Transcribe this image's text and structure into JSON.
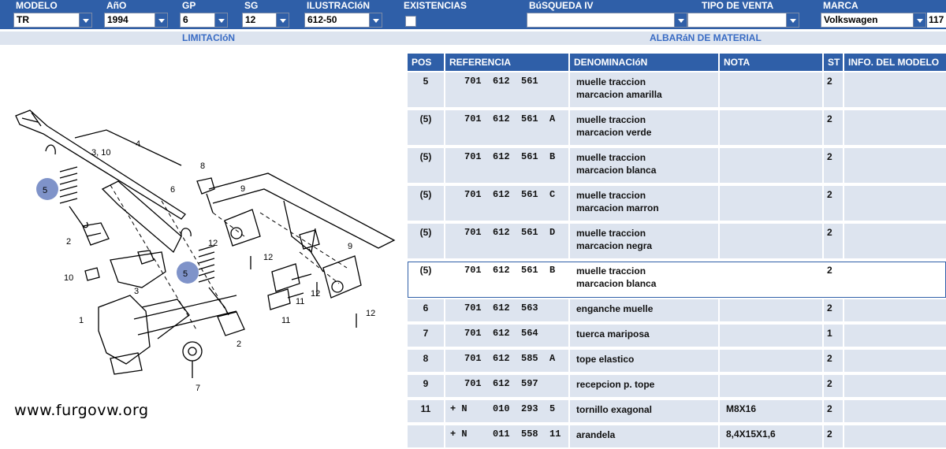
{
  "filters": {
    "modelo": {
      "label": "MODELO",
      "value": "TR"
    },
    "anio": {
      "label": "AñO",
      "value": "1994"
    },
    "gp": {
      "label": "GP",
      "value": "6"
    },
    "sg": {
      "label": "SG",
      "value": "12"
    },
    "ilustracion": {
      "label": "ILUSTRACIóN",
      "value": "612-50"
    },
    "existencias": {
      "label": "EXISTENCIAS"
    },
    "busqueda": {
      "label": "BúSQUEDA IV",
      "value": ""
    },
    "tipo_venta": {
      "label": "TIPO DE VENTA",
      "value": ""
    },
    "marca": {
      "label": "MARCA",
      "value": "Volkswagen",
      "code": "117"
    }
  },
  "sections": {
    "left": "LIMITACIóN",
    "right": "ALBARáN DE MATERIAL"
  },
  "illustration": {
    "callouts": [
      "3, 10",
      "4",
      "5",
      "6",
      "8",
      "9",
      "2",
      "12",
      "3",
      "10",
      "1",
      "5",
      "11",
      "12",
      "12",
      "11",
      "9",
      "12",
      "2",
      "7"
    ]
  },
  "watermark": "www.furgovw.org",
  "table": {
    "headers": [
      "POS",
      "REFERENCIA",
      "DENOMINACIóN",
      "NOTA",
      "ST",
      "INFO. DEL MODELO"
    ],
    "rows": [
      {
        "pos": "5",
        "prefix": "",
        "ref": "701  612  561",
        "den1": "muelle traccion",
        "den2": "marcacion amarilla",
        "nota": "",
        "st": "2"
      },
      {
        "pos": "(5)",
        "prefix": "",
        "ref": "701  612  561  A",
        "den1": "muelle traccion",
        "den2": "marcacion verde",
        "nota": "",
        "st": "2"
      },
      {
        "pos": "(5)",
        "prefix": "",
        "ref": "701  612  561  B",
        "den1": "muelle traccion",
        "den2": "marcacion blanca",
        "nota": "",
        "st": "2"
      },
      {
        "pos": "(5)",
        "prefix": "",
        "ref": "701  612  561  C",
        "den1": "muelle traccion",
        "den2": "marcacion marron",
        "nota": "",
        "st": "2"
      },
      {
        "pos": "(5)",
        "prefix": "",
        "ref": "701  612  561  D",
        "den1": "muelle traccion",
        "den2": "marcacion negra",
        "nota": "",
        "st": "2"
      },
      {
        "pos": "(5)",
        "prefix": "",
        "ref": "701  612  561  B",
        "den1": "muelle traccion",
        "den2": "marcacion blanca",
        "nota": "",
        "st": "2",
        "selected": true
      },
      {
        "pos": "6",
        "prefix": "",
        "ref": "701  612  563",
        "den1": "enganche muelle",
        "den2": "",
        "nota": "",
        "st": "2"
      },
      {
        "pos": "7",
        "prefix": "",
        "ref": "701  612  564",
        "den1": "tuerca mariposa",
        "den2": "",
        "nota": "",
        "st": "1"
      },
      {
        "pos": "8",
        "prefix": "",
        "ref": "701  612  585  A",
        "den1": "tope elastico",
        "den2": "",
        "nota": "",
        "st": "2"
      },
      {
        "pos": "9",
        "prefix": "",
        "ref": "701  612  597",
        "den1": "recepcion p. tope",
        "den2": "",
        "nota": "",
        "st": "2"
      },
      {
        "pos": "11",
        "prefix": "+ N",
        "ref": "     010  293  5",
        "den1": "tornillo exagonal",
        "den2": "",
        "nota": "M8X16",
        "st": "2"
      },
      {
        "pos": "",
        "prefix": "+ N",
        "ref": "     011  558  11",
        "den1": "arandela",
        "den2": "",
        "nota": "8,4X15X1,6",
        "st": "2"
      }
    ]
  },
  "colors": {
    "accent": "#2f5fa8",
    "row_bg": "#dde4ef",
    "section_text": "#3a6cc4"
  }
}
